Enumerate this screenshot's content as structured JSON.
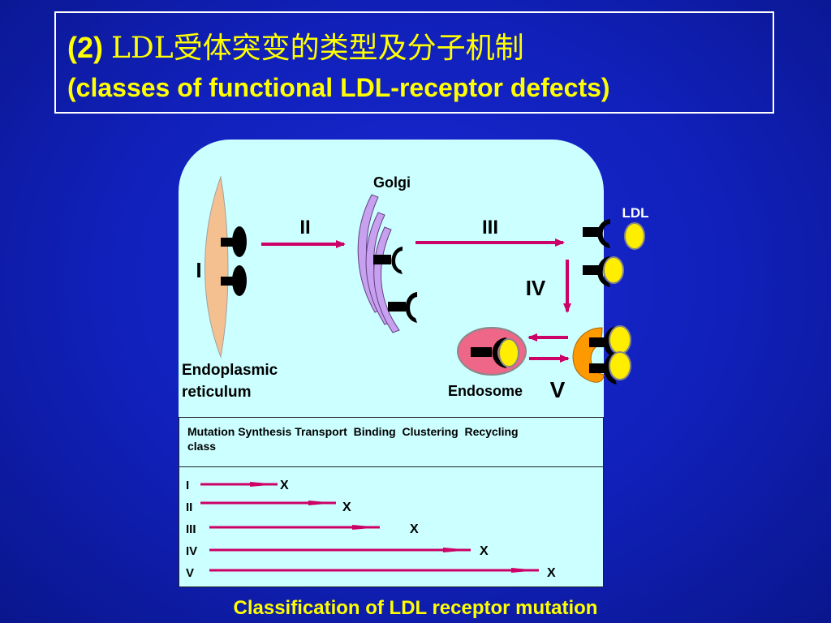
{
  "title": {
    "number": "(2)",
    "chinese": "LDL受体突变的类型及分子机制",
    "english": "(classes of functional LDL-receptor defects)"
  },
  "diagram": {
    "golgi_label": "Golgi",
    "ldl_label": "LDL",
    "er_label_line1": "Endoplasmic",
    "er_label_line2": "reticulum",
    "endosome_label": "Endosome",
    "class_labels": [
      "I",
      "II",
      "III",
      "IV",
      "V"
    ]
  },
  "table": {
    "header_line1": "Mutation Synthesis Transport  Binding  Clustering  Recycling",
    "header_line2": "class",
    "rows": [
      {
        "class": "I",
        "mark": "X"
      },
      {
        "class": "II",
        "mark": "X"
      },
      {
        "class": "III",
        "mark": "X"
      },
      {
        "class": "IV",
        "mark": "X"
      },
      {
        "class": "V",
        "mark": "X"
      }
    ]
  },
  "caption": "Classification of LDL receptor mutation",
  "colors": {
    "background": "#1020b8",
    "title": "#ffff00",
    "panel": "#ccffff",
    "arrow": "#cc0066",
    "golgi": "#c8a0f0",
    "er": "#f5c090",
    "ldl": "#ffee00",
    "endosome": "#ee6688",
    "clathrin": "#ff9900"
  }
}
